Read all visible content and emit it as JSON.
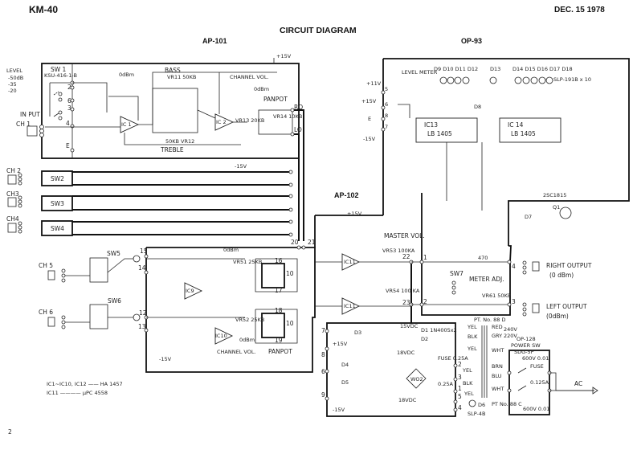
{
  "header": {
    "model": "KM-40",
    "date": "DEC. 15 1978",
    "title": "CIRCUIT DIAGRAM",
    "page_number": "2"
  },
  "boards": {
    "ap101": "AP-101",
    "op93": "OP-93",
    "ap102": "AP-102",
    "op128": "OP-128"
  },
  "ap101": {
    "level": "LEVEL",
    "level_options": [
      "-50dB",
      "-35",
      "-20"
    ],
    "sw1": "SW 1",
    "sw1_part": "KSU-416-1-B",
    "input": "IN PUT",
    "ch1": "CH 1",
    "bass": "BASS",
    "treble": "TREBLE",
    "vr11": "VR11 50KB",
    "vr12": "50KB VR12",
    "ic1": "IC 1",
    "ic2": "IC 2",
    "channel_vol": "CHANNEL VOL.",
    "vr13": "VR13 20KB",
    "panpot": "PANPOT",
    "vr14": "VR14 10KB",
    "odbm_1": "0dBm",
    "odbm_2": "0dBm",
    "ro": "RO",
    "lo": "LO",
    "pin_e": "E",
    "pin_4": "4",
    "pin_2": "2",
    "pin_3": "3",
    "pin_6": "6",
    "plus15": "+15V",
    "minus15": "-15V"
  },
  "channels": [
    {
      "ch": "CH 2",
      "sw": "SW2"
    },
    {
      "ch": "CH3",
      "sw": "SW3"
    },
    {
      "ch": "CH4",
      "sw": "SW4"
    }
  ],
  "ap102": {
    "ch5": "CH 5",
    "sw5": "SW5",
    "ch6": "CH 6",
    "sw6": "SW6",
    "ic9": "IC9",
    "ic10": "IC10",
    "ic11a": "IC11",
    "ic11b": "IC11",
    "vr51": "VR51 25KB",
    "vr52": "VR52 25KB",
    "channel_vol": "CHANNEL VOL.",
    "panpot": "PANPOT",
    "master_vol": "MASTER VOL.",
    "vr53": "VR53 100KA",
    "vr54": "VR54 100 KA",
    "odbm_1": "0dBm",
    "odbm_2": "0dBm",
    "pins": [
      "15",
      "14",
      "12",
      "13",
      "16",
      "17",
      "18",
      "19",
      "10",
      "10",
      "20",
      "21",
      "22",
      "23"
    ],
    "plus15": "+15V",
    "minus15": "-15V"
  },
  "output": {
    "sw7": "SW7",
    "meter_adj": "METER ADJ.",
    "vr61": "VR61 50KB",
    "right_output": "RIGHT OUTPUT",
    "right_level": "(0 dBm)",
    "left_output": "LEFT OUTPUT",
    "left_level": "(0dBm)",
    "pins": [
      "1",
      "2",
      "4",
      "3"
    ],
    "r470": "470"
  },
  "op93": {
    "level_meter": "LEVEL METER",
    "leds_left": "D9 D10 D11 D12",
    "led_mid": "D13",
    "leds_right": "D14 D15 D16 D17 D18",
    "led_part": "SLP-191B x 10",
    "ic13": "IC13",
    "ic13_part": "LB 1405",
    "ic14": "IC 14",
    "ic14_part": "LB 1405",
    "d8": "D8",
    "d7": "D7",
    "q1": "Q1",
    "q1_part": "2SC1815",
    "plus11": "+11V",
    "plus15": "+15V",
    "e": "E",
    "minus15": "-15V",
    "pins": [
      "5",
      "6",
      "8",
      "7"
    ]
  },
  "power": {
    "d1": "D1 1N4005x2",
    "d2": "D2",
    "d3": "D3",
    "d4": "D4",
    "d5": "D5",
    "d6": "D6",
    "d6_part": "SLP-4B",
    "bridge": "WO2",
    "fuse": "FUSE 0.25A",
    "fuse2": "0.25A",
    "v15dc": "15VDC",
    "v18dc_1": "18VDC",
    "v18dc_2": "18VDC",
    "plus15": "+15V",
    "minus15": "-15V",
    "pins": [
      "7",
      "8",
      "6",
      "9",
      "2",
      "3",
      "1",
      "5",
      "4"
    ],
    "pt88d": "PT. No. 88 D",
    "pt88c": "PT No. 88 C",
    "wires": [
      "YEL",
      "BLK",
      "YEL",
      "RED",
      "GRY",
      "WHT",
      "BRN",
      "BLU",
      "WHT",
      "YEL",
      "BLK",
      "YEL"
    ],
    "v240": "240V",
    "v220": "220V"
  },
  "op128": {
    "power_sw": "POWER SW",
    "sw_part": "SDG-5P",
    "fuse": "FUSE",
    "fuse_rating": "0.125A",
    "cap_top": "600V 0.01",
    "cap_bottom": "600V 0.01",
    "ac": "AC"
  },
  "notes": [
    "IC1~IC10, IC12 —— HA 1457",
    "IC11 ———— μPC 4558"
  ]
}
